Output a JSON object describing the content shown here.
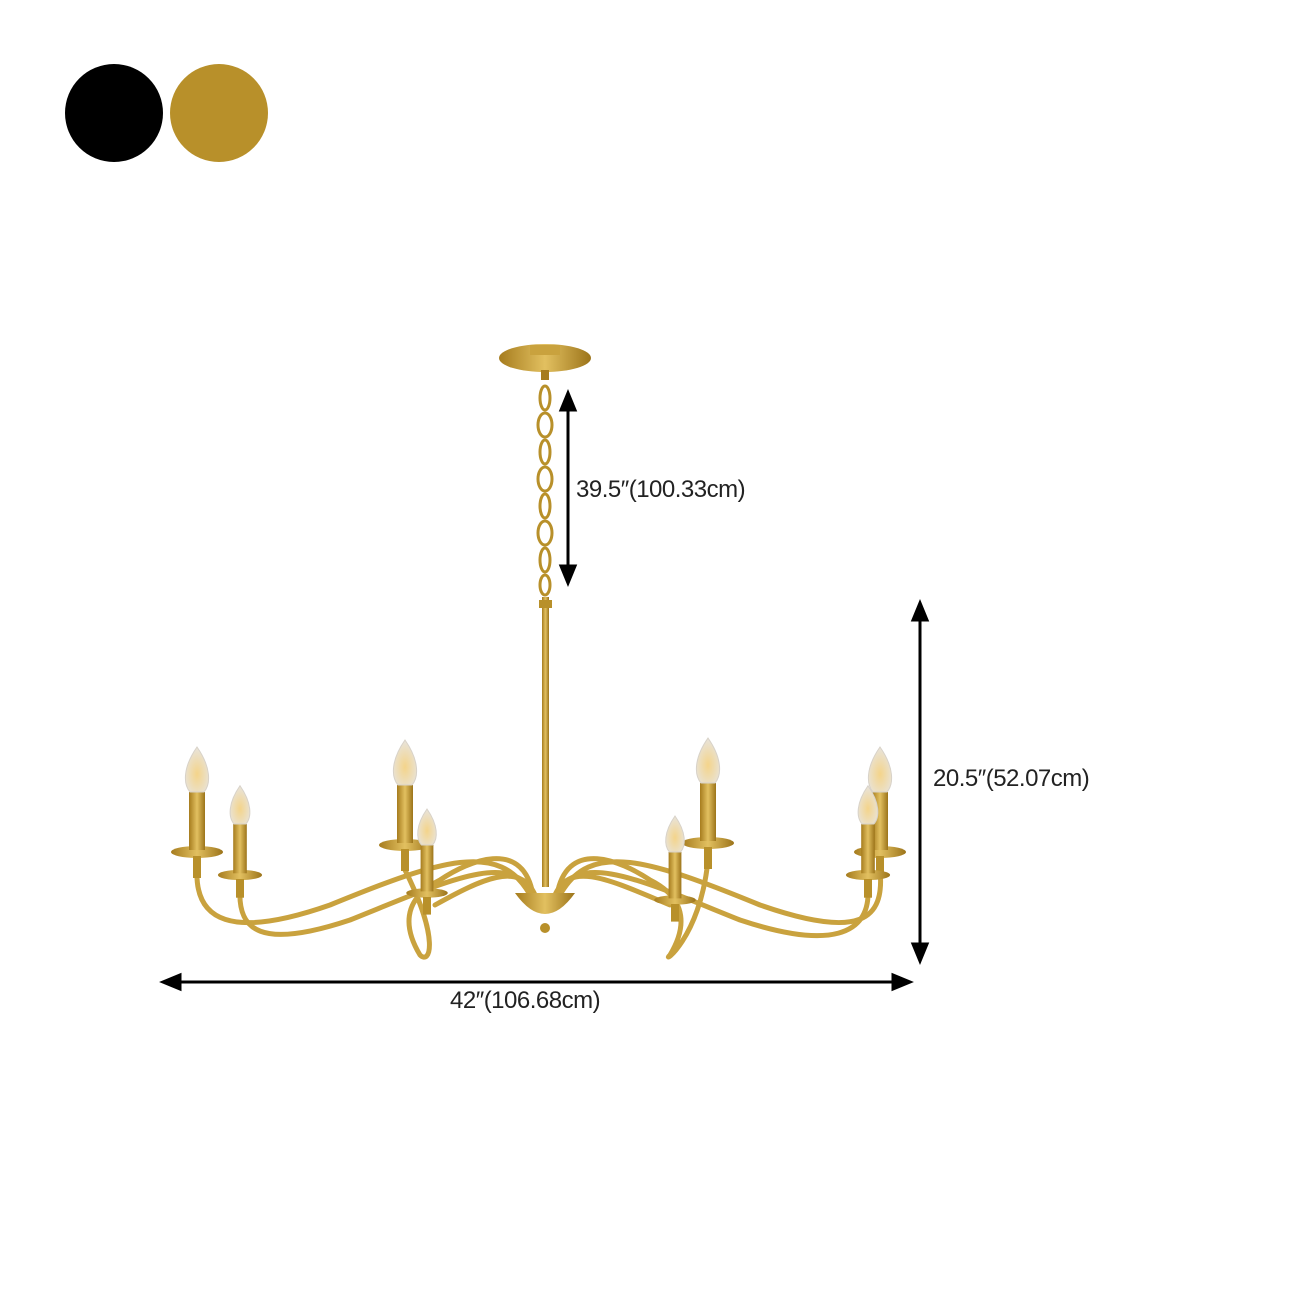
{
  "color_swatches": [
    {
      "name": "black",
      "color": "#000000"
    },
    {
      "name": "gold",
      "color": "#B8902A"
    }
  ],
  "dimensions": {
    "chain_length": "39.5″(100.33cm)",
    "height": "20.5″(52.07cm)",
    "width": "42″(106.68cm)"
  },
  "product_color": "#C9A23E"
}
